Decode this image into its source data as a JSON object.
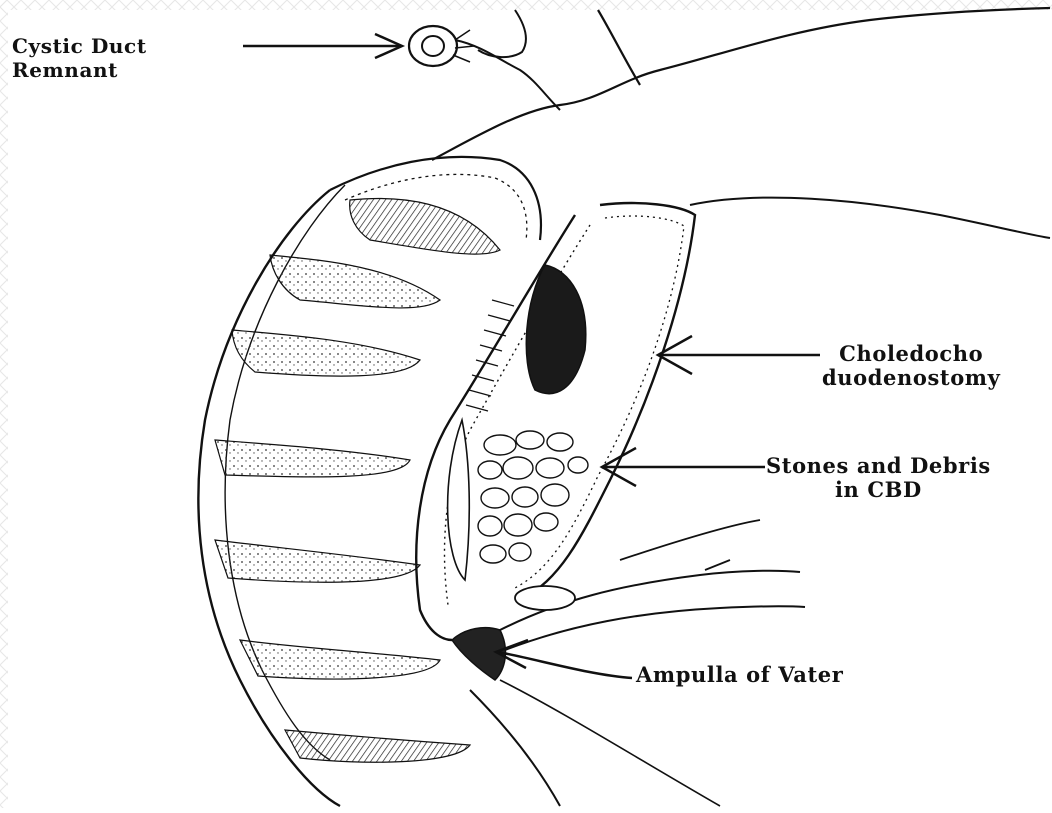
{
  "labels": {
    "cystic_duct": {
      "line1": "Cystic Duct",
      "line2": "Remnant"
    },
    "choledocho": {
      "line1": "Choledocho",
      "line2": "duodenostomy"
    },
    "stones": {
      "line1": "Stones and Debris",
      "line2": "in CBD"
    },
    "ampulla": {
      "line1": "Ampulla of Vater"
    }
  },
  "colors": {
    "ink": "#111111",
    "background": "#ffffff"
  }
}
